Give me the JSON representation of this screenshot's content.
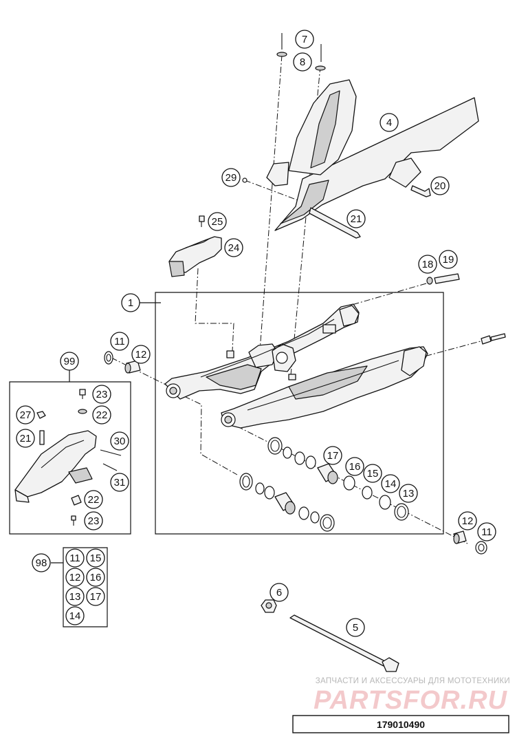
{
  "diagram": {
    "callouts": {
      "c1": "1",
      "c4": "4",
      "c5": "5",
      "c6": "6",
      "c7": "7",
      "c8": "8",
      "c11a": "11",
      "c11b": "11",
      "c12a": "12",
      "c12b": "12",
      "c13": "13",
      "c14": "14",
      "c15": "15",
      "c16": "16",
      "c17": "17",
      "c18": "18",
      "c19": "19",
      "c20": "20",
      "c21": "21",
      "c24": "24",
      "c25": "25",
      "c29": "29"
    },
    "kit_99": {
      "label": "99",
      "items": {
        "i23a": "23",
        "i27": "27",
        "i22a": "22",
        "i21": "21",
        "i30": "30",
        "i31": "31",
        "i22b": "22",
        "i23b": "23"
      }
    },
    "kit_98": {
      "label": "98",
      "items": [
        "11",
        "15",
        "12",
        "16",
        "13",
        "17",
        "14"
      ]
    }
  },
  "watermark": {
    "tagline": "ЗАПЧАСТИ И АКСЕССУАРЫ ДЛЯ МОТОТЕХНИКИ",
    "brand": "PARTSFOR.RU"
  },
  "drawing_code": "179010490"
}
